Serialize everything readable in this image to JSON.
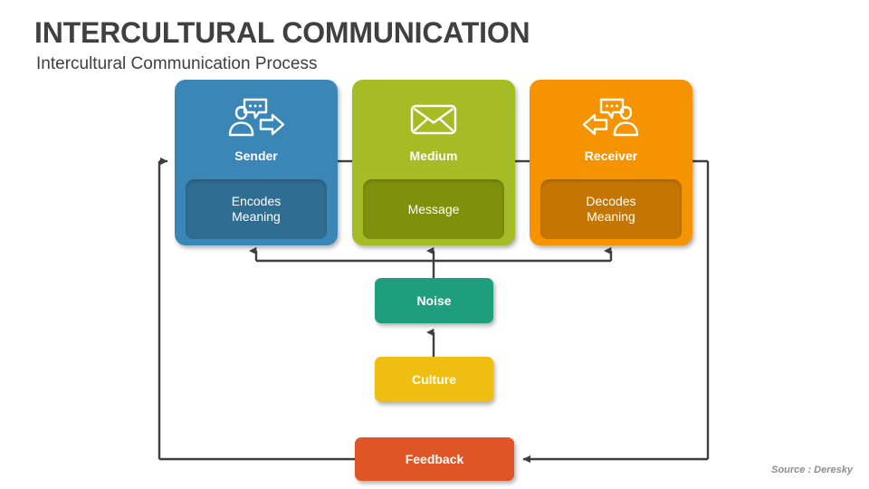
{
  "header": {
    "title": "INTERCULTURAL COMMUNICATION",
    "subtitle": "Intercultural Communication Process"
  },
  "source_note": "Source : Deresky",
  "diagram": {
    "pillars": [
      {
        "id": "sender",
        "title": "Sender",
        "sub_label": "Encodes Meaning",
        "sub_line1": "Encodes",
        "sub_line2": "Meaning",
        "icon": "person-speaking-arrow-right-icon",
        "color": "#3a87b7",
        "sub_color": "#2f6d92"
      },
      {
        "id": "medium",
        "title": "Medium",
        "sub_label": "Message",
        "sub_line1": "Message",
        "sub_line2": "",
        "icon": "envelope-icon",
        "color": "#a6bc24",
        "sub_color": "#7f900c"
      },
      {
        "id": "receiver",
        "title": "Receiver",
        "sub_label": "Decodes Meaning",
        "sub_line1": "Decodes",
        "sub_line2": "Meaning",
        "icon": "arrow-right-person-listening-icon",
        "color": "#f59300",
        "sub_color": "#c57600"
      }
    ],
    "chips": [
      {
        "id": "noise",
        "label": "Noise",
        "color": "#1f9e7e"
      },
      {
        "id": "culture",
        "label": "Culture",
        "color": "#efbe11"
      },
      {
        "id": "feedback",
        "label": "Feedback",
        "color": "#e05526"
      }
    ],
    "connector_color": "#3f3f3f"
  }
}
